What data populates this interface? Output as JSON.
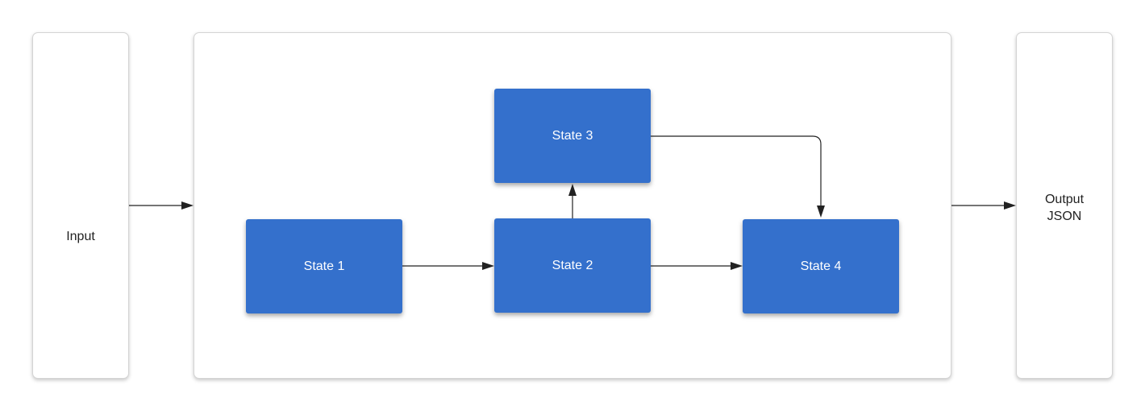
{
  "input": {
    "label": "Input"
  },
  "output": {
    "label": "Output\nJSON"
  },
  "states": {
    "state1": "State 1",
    "state2": "State 2",
    "state3": "State 3",
    "state4": "State 4"
  },
  "colors": {
    "state_fill": "#3470cc",
    "state_text": "#ffffff",
    "connector": "#222222",
    "panel_border": "#d4d4d4"
  }
}
